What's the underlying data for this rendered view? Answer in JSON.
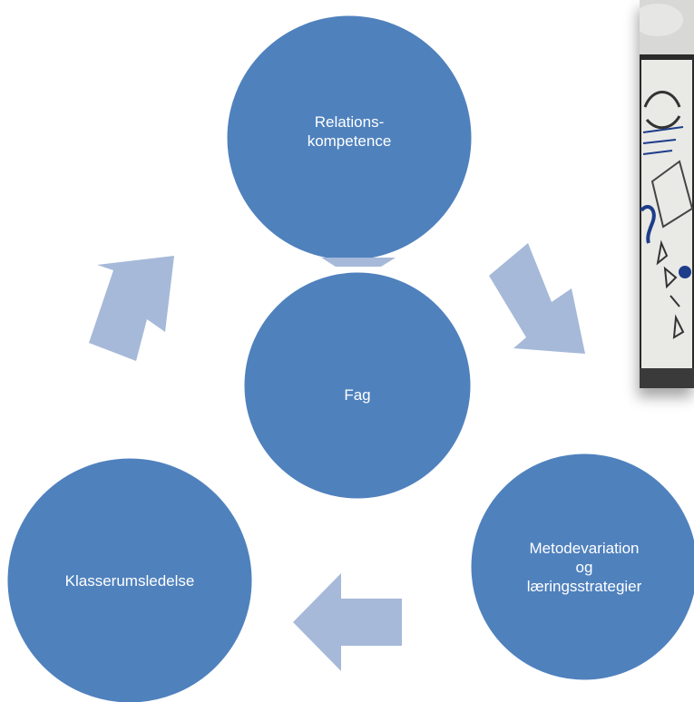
{
  "diagram": {
    "nodes": [
      {
        "id": "relation",
        "label_line1": "Relations-",
        "label_line2": "kompetence"
      },
      {
        "id": "fag",
        "label": "Fag"
      },
      {
        "id": "metode",
        "label_line1": "Metodevariation",
        "label_line2": "og",
        "label_line3": "læringsstrategier"
      },
      {
        "id": "klasse",
        "label": "Klasserumsledelse"
      }
    ],
    "colors": {
      "circle_fill": "#4f81bd",
      "circle_stroke": "#ffffff",
      "arrow_fill": "#a6b9d9"
    }
  },
  "photo": {
    "description_icon": "whiteboard-photo"
  }
}
